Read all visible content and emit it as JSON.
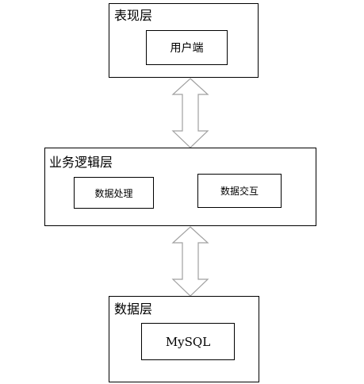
{
  "layers": {
    "presentation": {
      "title": "表现层",
      "component": "用户端"
    },
    "business": {
      "title": "业务逻辑层",
      "components": [
        "数据处理",
        "数据交互"
      ]
    },
    "data": {
      "title": "数据层",
      "component": "MySQL"
    }
  },
  "colors": {
    "stroke": "#000000",
    "arrow_fill": "#ffffff",
    "arrow_stroke": "#a0a0a0"
  }
}
